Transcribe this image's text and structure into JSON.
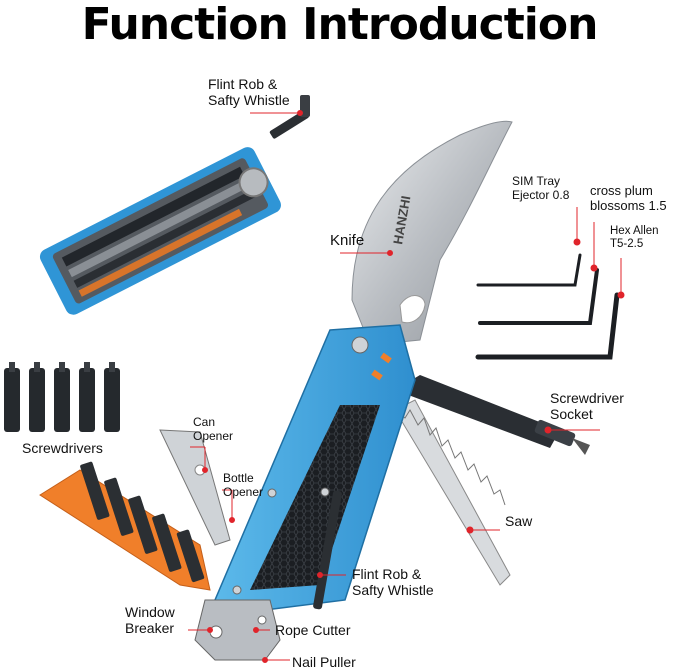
{
  "title": "Function Introduction",
  "labels": {
    "flint_top_1": "Flint Rob &",
    "flint_top_2": "Safty Whistle",
    "knife": "Knife",
    "sim_1": "SIM Tray",
    "sim_2": "Ejector 0.8",
    "cross_1": "cross plum",
    "cross_2": "blossoms 1.5",
    "hex_1": "Hex Allen",
    "hex_2": "T5-2.5",
    "socket_1": "Screwdriver",
    "socket_2": "Socket",
    "screwdrivers": "Screwdrivers",
    "can_1": "Can",
    "can_2": "Opener",
    "bottle_1": "Bottle",
    "bottle_2": "Opener",
    "saw": "Saw",
    "flint_bottom_1": "Flint Rob &",
    "flint_bottom_2": "Safty Whistle",
    "window_1": "Window",
    "window_2": "Breaker",
    "rope_cutter": "Rope Cutter",
    "nail_puller": "Nail Puller",
    "brand": "HANZHI"
  },
  "colors": {
    "accent_red": "#e0242b",
    "handle_blue": "#3aa2de",
    "orange": "#f07f2a",
    "blade_steel": "#c9ccd0"
  }
}
